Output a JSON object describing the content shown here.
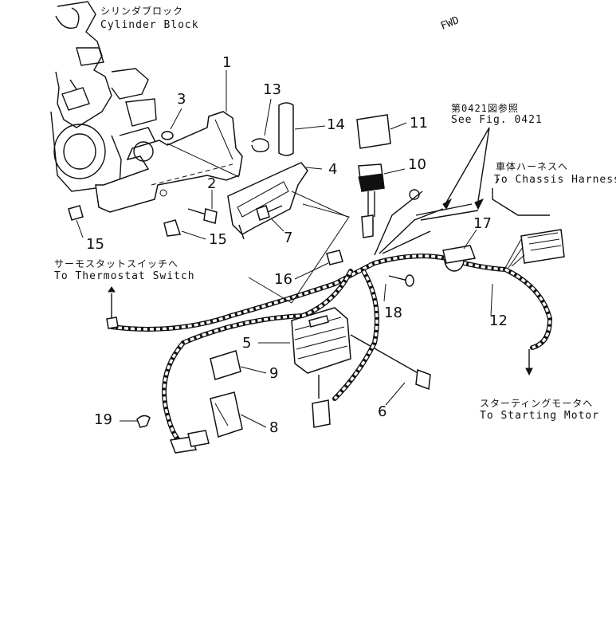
{
  "labels": {
    "cylinder_block_jp": "シリンダブロック",
    "cylinder_block_en": "Cylinder Block",
    "fwd": "FWD",
    "see_fig_jp": "第0421図参照",
    "see_fig_en": "See Fig. 0421",
    "chassis_harness_jp": "車体ハーネスへ",
    "chassis_harness_en": "To Chassis Harness",
    "thermostat_jp": "サーモスタットスイッチへ",
    "thermostat_en": "To Thermostat Switch",
    "starting_motor_jp": "スターティングモータへ",
    "starting_motor_en": "To Starting Motor"
  },
  "callouts": {
    "c1": "1",
    "c2": "2",
    "c3": "3",
    "c4": "4",
    "c5": "5",
    "c6": "6",
    "c7": "7",
    "c8": "8",
    "c9": "9",
    "c10": "10",
    "c11": "11",
    "c12": "12",
    "c13": "13",
    "c14": "14",
    "c15a": "15",
    "c15b": "15",
    "c16": "16",
    "c17": "17",
    "c18": "18",
    "c19": "19"
  }
}
